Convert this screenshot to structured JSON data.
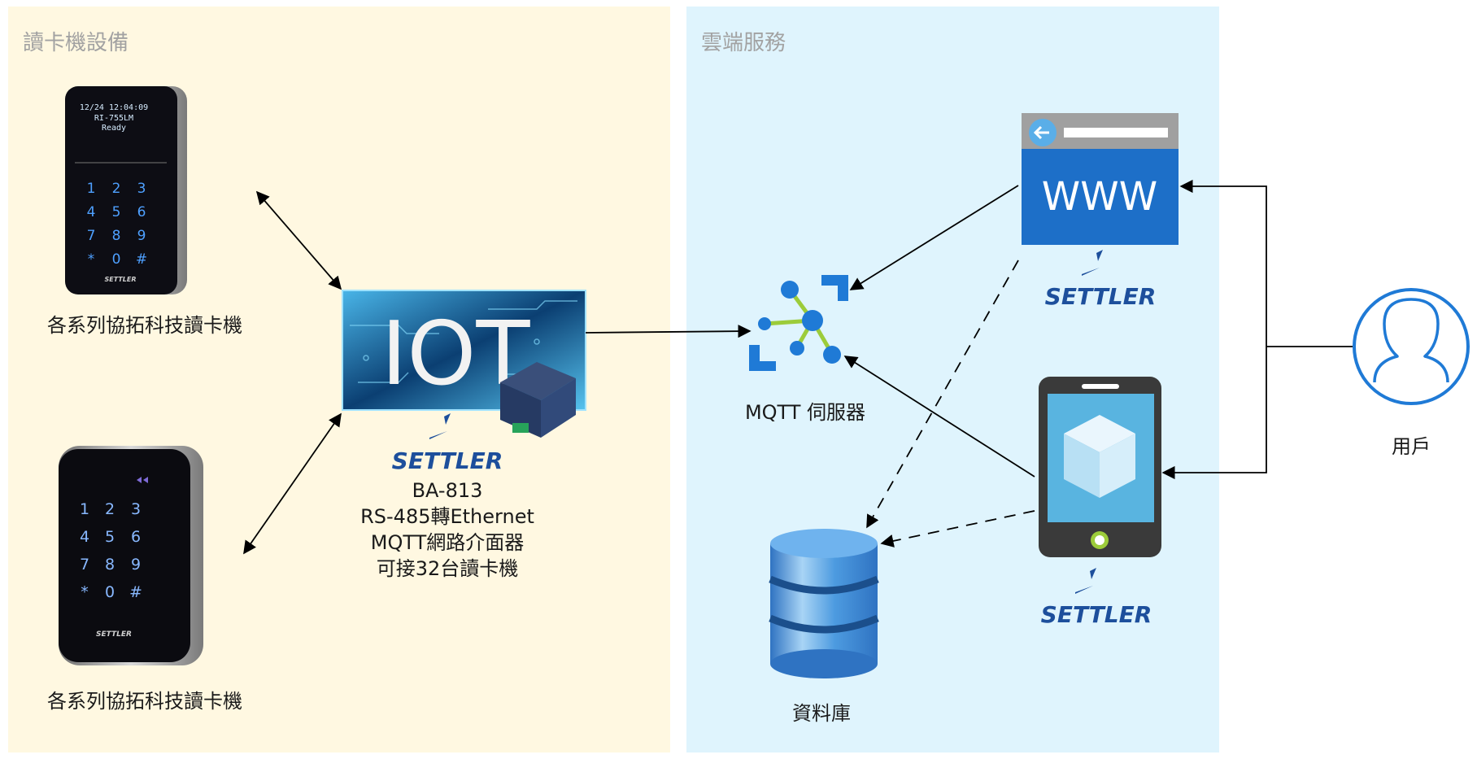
{
  "groups": {
    "left_title": "讀卡機設備",
    "right_title": "雲端服務"
  },
  "nodes": {
    "reader_top_label": "各系列協拓科技讀卡機",
    "reader_bottom_label": "各系列協拓科技讀卡機",
    "iot_lines": [
      "BA-813",
      "RS-485轉Ethernet",
      "MQTT網路介面器",
      "可接32台讀卡機"
    ],
    "mqtt_label": "MQTT 伺服器",
    "database_label": "資料庫",
    "user_label": "用戶",
    "www_text": "WWW",
    "iot_text": "IOT",
    "brand": "SETTLER"
  },
  "reader_top": {
    "screen_lines": [
      "12/24   12:04:09",
      "RI-755LM",
      "Ready"
    ],
    "keys": [
      "1",
      "2",
      "3",
      "4",
      "5",
      "6",
      "7",
      "8",
      "9",
      "*",
      "0",
      "#"
    ],
    "brand": "SETTLER"
  },
  "reader_bottom": {
    "keys": [
      "1",
      "2",
      "3",
      "4",
      "5",
      "6",
      "7",
      "8",
      "9",
      "*",
      "0",
      "#"
    ],
    "brand": "SETTLER"
  },
  "colors": {
    "left_panel": "#fff8e1",
    "right_panel": "#dff4fd",
    "brand_blue": "#1d4f9c",
    "azure_blue": "#1f7ad6",
    "db_blue": "#3e8fd8"
  }
}
